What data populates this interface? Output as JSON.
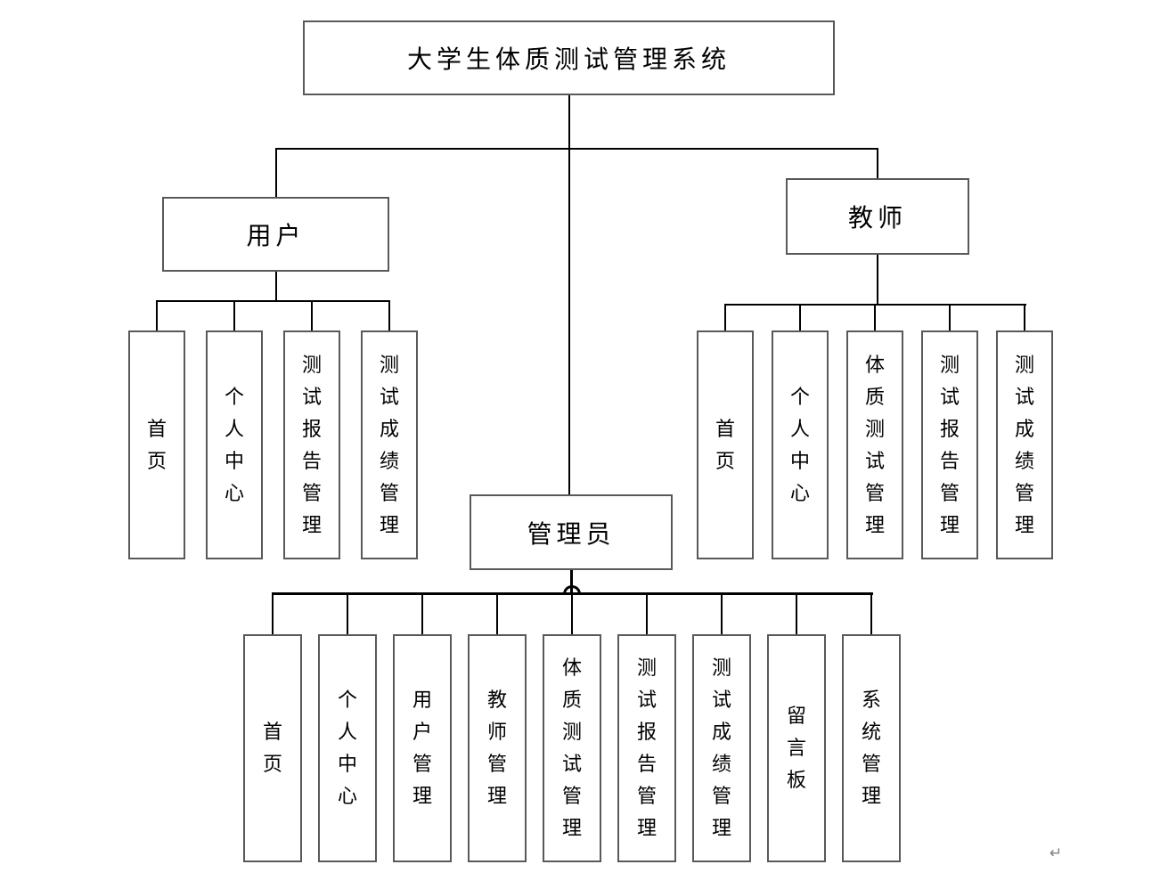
{
  "diagram": {
    "title": "大学生体质测试管理系统",
    "root": {
      "label": "大学生体质测试管理系统"
    },
    "branches": [
      {
        "id": "user",
        "label": "用户",
        "children": [
          "首页",
          "个人中心",
          "测试报告管理",
          "测试成绩管理"
        ]
      },
      {
        "id": "teacher",
        "label": "教师",
        "children": [
          "首页",
          "个人中心",
          "体质测试管理",
          "测试报告管理",
          "测试成绩管理"
        ]
      },
      {
        "id": "admin",
        "label": "管理员",
        "children": [
          "首页",
          "个人中心",
          "用户管理",
          "教师管理",
          "体质测试管理",
          "测试报告管理",
          "测试成绩管理",
          "留言板",
          "系统管理"
        ]
      }
    ],
    "colors": {
      "box_border": "#595959",
      "connector": "#000000",
      "text": "#000000",
      "page_mark": "#7f7f7f"
    },
    "page_mark": "↵"
  }
}
